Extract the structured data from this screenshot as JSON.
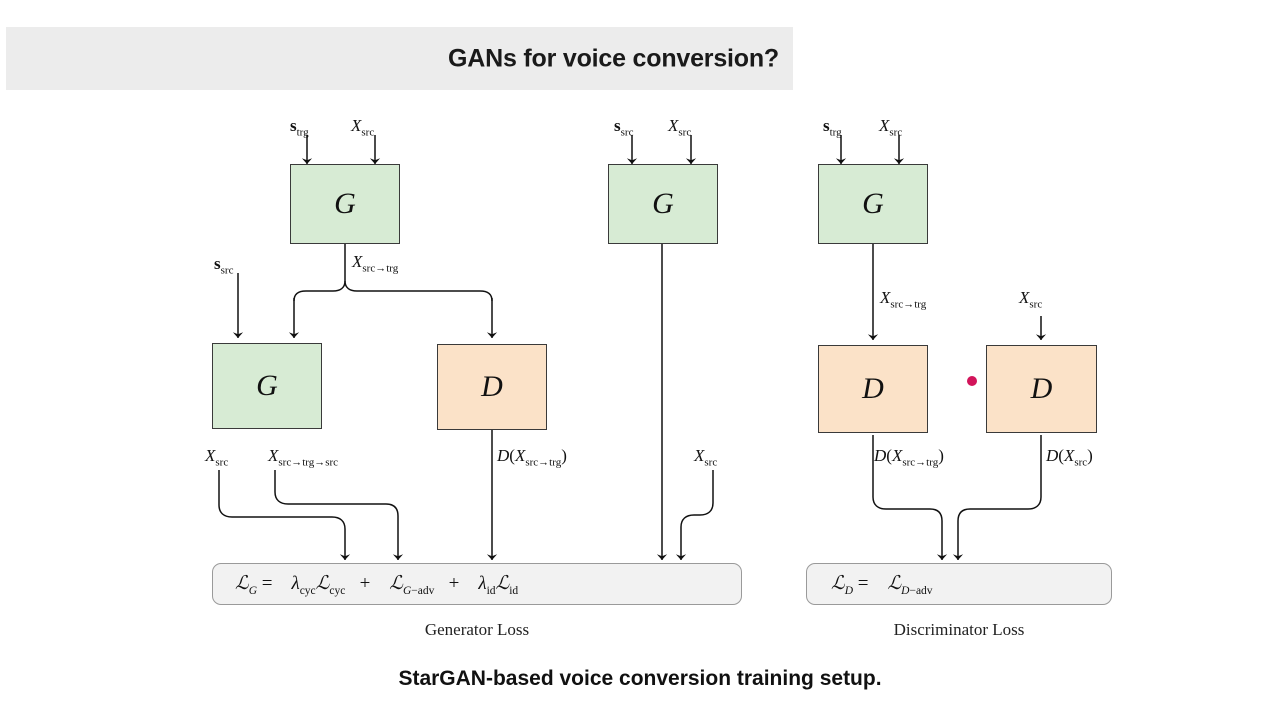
{
  "slide": {
    "title": "GANs for voice conversion?",
    "caption": "StarGAN-based voice conversion training setup."
  },
  "diagram": {
    "blocks": {
      "g_top_left": "G",
      "g_cycle": "G",
      "d_left": "D",
      "g_identity": "G",
      "g_top_right": "G",
      "d_fake": "D",
      "d_real": "D"
    },
    "labels": {
      "s_trg": "s_trg",
      "s_src": "s_src",
      "x_src": "X_src",
      "x_src_trg": "X_src→trg",
      "x_src_trg_src": "X_src→trg→src",
      "d_of_x_src_trg": "D(X_src→trg)",
      "d_of_x_src": "D(X_src)"
    },
    "generator_loss": {
      "equation": "L_G = λ_cyc L_cyc + L_G−adv + λ_id L_id",
      "caption": "Generator Loss"
    },
    "discriminator_loss": {
      "equation": "L_D = L_D−adv",
      "caption": "Discriminator Loss"
    },
    "colors": {
      "generator_fill": "#d7ebd4",
      "discriminator_fill": "#fbe2c8",
      "block_stroke": "#3a3a3a",
      "loss_fill": "#f2f2f2",
      "title_bar": "#ececec",
      "cursor": "#d2145a"
    }
  }
}
